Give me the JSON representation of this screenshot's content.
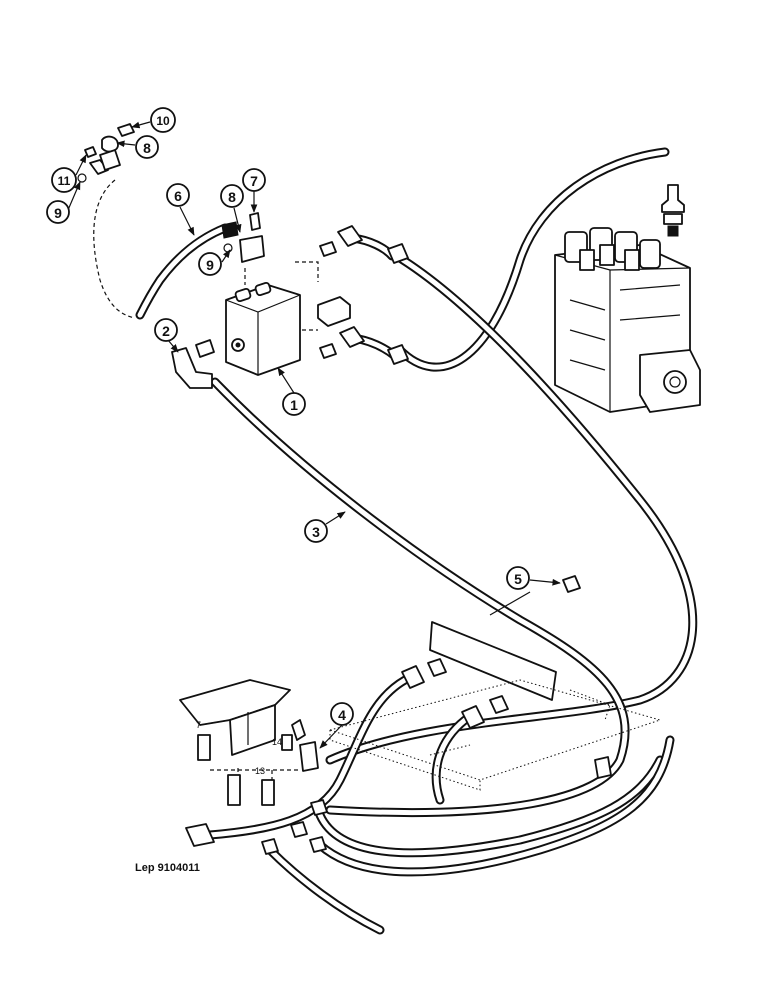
{
  "reference_code": "Lep 9104011",
  "callouts": [
    "1",
    "2",
    "3",
    "4",
    "5",
    "6",
    "7",
    "8",
    "9",
    "10",
    "11",
    "8",
    "9"
  ],
  "small_labels": [
    "7",
    "14",
    "13"
  ]
}
